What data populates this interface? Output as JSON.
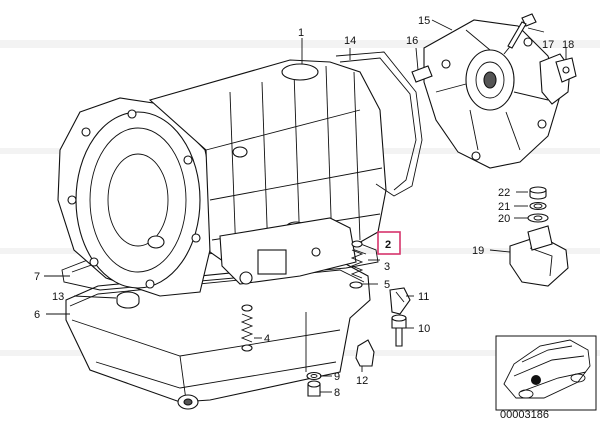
{
  "diagram": {
    "callouts": [
      "1",
      "2",
      "3",
      "4",
      "5",
      "6",
      "7",
      "8",
      "9",
      "10",
      "11",
      "12",
      "13",
      "14",
      "15",
      "16",
      "17",
      "18",
      "19",
      "20",
      "21",
      "22"
    ],
    "highlighted_callout": "2",
    "highlight_color": "#d6336c",
    "inset_code": "00003186"
  }
}
